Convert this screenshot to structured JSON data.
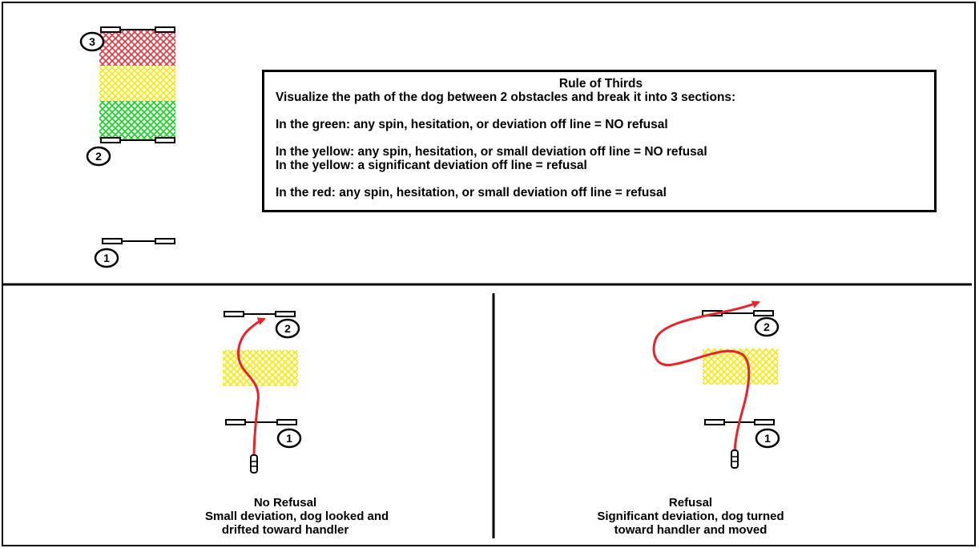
{
  "rule_box": {
    "title": "Rule of Thirds",
    "intro": "Visualize the path of the dog between 2 obstacles and break it into 3 sections:",
    "green": "In the green: any spin, hesitation, or deviation off line = NO refusal",
    "yellow_1": "In the yellow: any spin, hesitation, or small deviation off line = NO refusal",
    "yellow_2": "In the yellow: a significant deviation off line = refusal",
    "red": "In the red: any spin, hesitation, or small deviation off line = refusal"
  },
  "top_diagram": {
    "markers": [
      "3",
      "2",
      "1"
    ],
    "zone_colors": {
      "red": "#e8323c",
      "yellow": "#f2ea1c",
      "green": "#22d12c"
    }
  },
  "left_example": {
    "markers": [
      "2",
      "1"
    ],
    "caption_1": "No Refusal",
    "caption_2": "Small deviation, dog looked and",
    "caption_3": "drifted toward handler"
  },
  "right_example": {
    "markers": [
      "2",
      "1"
    ],
    "caption_1": "Refusal",
    "caption_2": "Significant deviation, dog turned",
    "caption_3": "toward handler and moved"
  },
  "colors": {
    "path": "#e8242a",
    "line": "#000000"
  }
}
